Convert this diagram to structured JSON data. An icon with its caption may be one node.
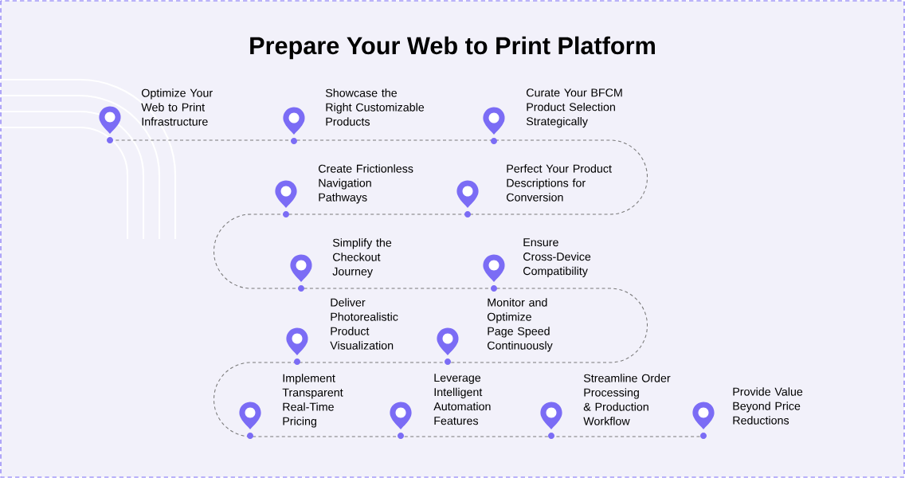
{
  "diagram": {
    "title": "Prepare Your Web to Print Platform",
    "nodes": [
      {
        "text": [
          "Optimize Your Web to Print Infrastructure"
        ]
      },
      {
        "text": [
          "Showcase the Right Customizable Products"
        ]
      },
      {
        "text": [
          "Curate Your BFCM Product Selection Strategically"
        ]
      },
      {
        "text": [
          "Create Frictionless Navigation Pathways"
        ]
      },
      {
        "text": [
          "Perfect Your Product Descriptions for Conversion"
        ]
      },
      {
        "text": [
          "Simplify the Checkout Journey"
        ]
      },
      {
        "text": [
          "Ensure Cross-Device Compatibility"
        ]
      },
      {
        "text": [
          "Deliver Photorealistic Product Visualization"
        ]
      },
      {
        "text": [
          "Monitor and Optimize Page Speed Continuously"
        ]
      },
      {
        "text": [
          "Implement Transparent Real-Time Pricing"
        ]
      },
      {
        "text": [
          "Leverage Intelligent Automation Features"
        ]
      },
      {
        "text": [
          "Streamline Order Processing & Production Workflow"
        ]
      },
      {
        "text": [
          "Provide Value Beyond Price Reductions"
        ]
      }
    ]
  }
}
